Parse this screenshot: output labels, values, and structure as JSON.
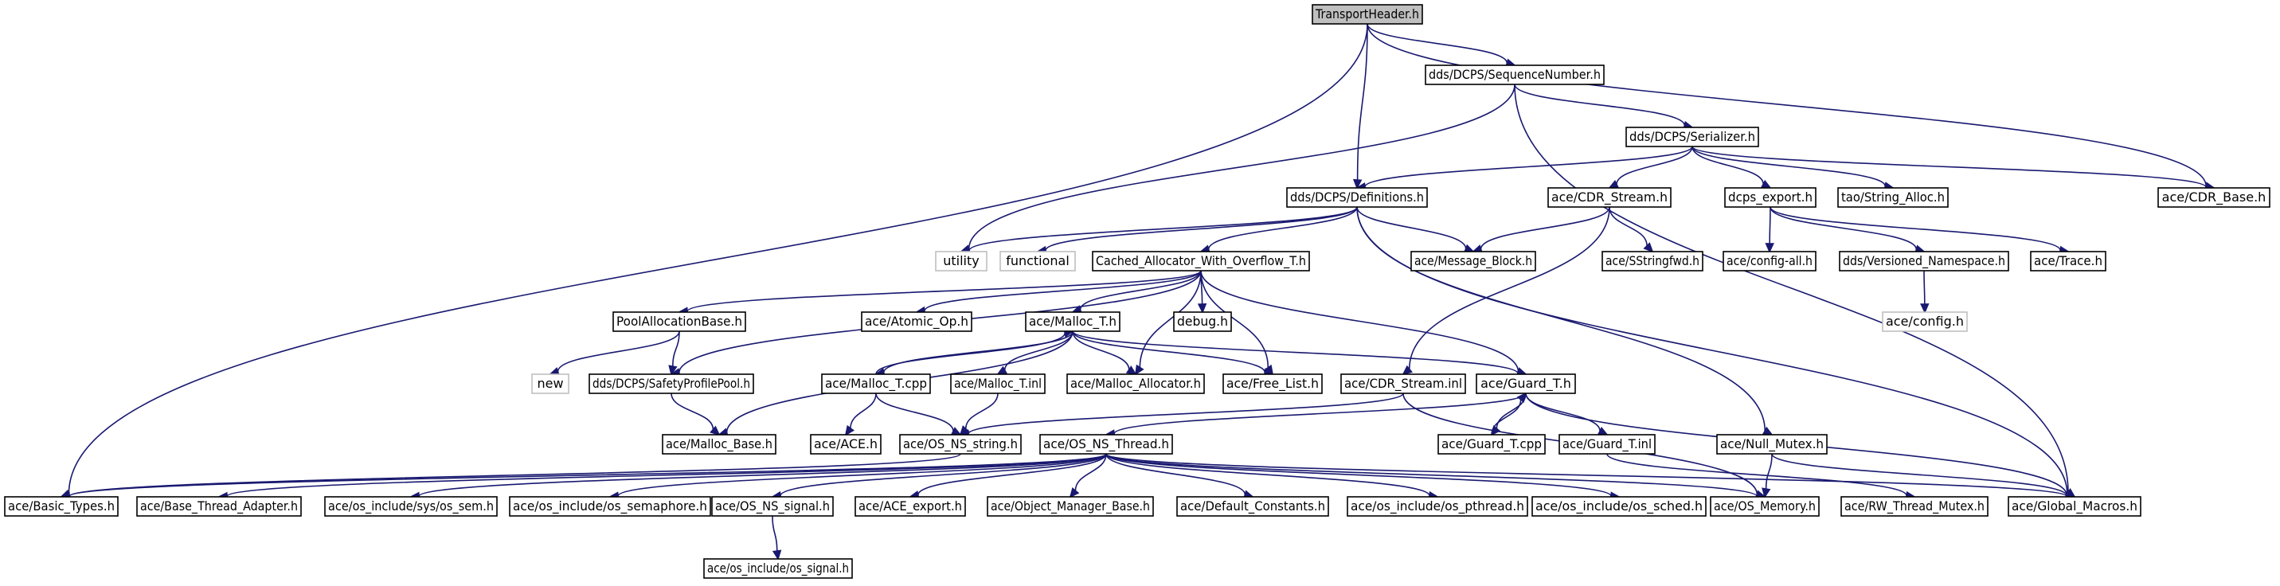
{
  "nodes": {
    "root": "TransportHeader.h",
    "seqnum": "dds/DCPS/SequenceNumber.h",
    "serializer": "dds/DCPS/Serializer.h",
    "definitions": "dds/DCPS/Definitions.h",
    "cdr_stream": "ace/CDR_Stream.h",
    "dcps_export": "dcps_export.h",
    "string_alloc": "tao/String_Alloc.h",
    "cdr_base": "ace/CDR_Base.h",
    "utility": "utility",
    "functional": "functional",
    "cached_alloc": "Cached_Allocator_With_Overflow_T.h",
    "message_block": "ace/Message_Block.h",
    "sstringfwd": "ace/SStringfwd.h",
    "config_all": "ace/config-all.h",
    "versioned_ns": "dds/Versioned_Namespace.h",
    "trace": "ace/Trace.h",
    "config": "ace/config.h",
    "pool_alloc": "PoolAllocationBase.h",
    "atomic_op": "ace/Atomic_Op.h",
    "malloc_t_h": "ace/Malloc_T.h",
    "debug": "debug.h",
    "new": "new",
    "safety_pool": "dds/DCPS/SafetyProfilePool.h",
    "malloc_t_cpp": "ace/Malloc_T.cpp",
    "malloc_t_inl": "ace/Malloc_T.inl",
    "malloc_allocator": "ace/Malloc_Allocator.h",
    "free_list": "ace/Free_List.h",
    "cdr_stream_inl": "ace/CDR_Stream.inl",
    "guard_t_h": "ace/Guard_T.h",
    "malloc_base": "ace/Malloc_Base.h",
    "ace_h": "ace/ACE.h",
    "os_ns_string": "ace/OS_NS_string.h",
    "os_ns_thread": "ace/OS_NS_Thread.h",
    "guard_t_cpp": "ace/Guard_T.cpp",
    "guard_t_inl": "ace/Guard_T.inl",
    "null_mutex": "ace/Null_Mutex.h",
    "basic_types": "ace/Basic_Types.h",
    "base_thread_adapter": "ace/Base_Thread_Adapter.h",
    "os_sys_sem": "ace/os_include/sys/os_sem.h",
    "os_semaphore": "ace/os_include/os_semaphore.h",
    "os_ns_signal": "ace/OS_NS_signal.h",
    "ace_export": "ace/ACE_export.h",
    "object_manager_base": "ace/Object_Manager_Base.h",
    "default_constants": "ace/Default_Constants.h",
    "os_pthread": "ace/os_include/os_pthread.h",
    "os_sched": "ace/os_include/os_sched.h",
    "os_memory": "ace/OS_Memory.h",
    "rw_thread_mutex": "ace/RW_Thread_Mutex.h",
    "global_macros": "ace/Global_Macros.h",
    "os_signal": "ace/os_include/os_signal.h"
  },
  "system_headers": [
    "utility",
    "functional",
    "new",
    "config"
  ],
  "edges": [
    [
      "root",
      "seqnum"
    ],
    [
      "root",
      "definitions"
    ],
    [
      "root",
      "cdr_base"
    ],
    [
      "root",
      "basic_types"
    ],
    [
      "seqnum",
      "serializer"
    ],
    [
      "seqnum",
      "utility"
    ],
    [
      "seqnum",
      "global_macros"
    ],
    [
      "serializer",
      "definitions"
    ],
    [
      "serializer",
      "cdr_stream"
    ],
    [
      "serializer",
      "dcps_export"
    ],
    [
      "serializer",
      "string_alloc"
    ],
    [
      "serializer",
      "cdr_base"
    ],
    [
      "definitions",
      "utility"
    ],
    [
      "definitions",
      "functional"
    ],
    [
      "definitions",
      "cached_alloc"
    ],
    [
      "definitions",
      "message_block"
    ],
    [
      "definitions",
      "null_mutex"
    ],
    [
      "definitions",
      "global_macros"
    ],
    [
      "cdr_stream",
      "message_block"
    ],
    [
      "cdr_stream",
      "sstringfwd"
    ],
    [
      "cdr_stream",
      "cdr_stream_inl"
    ],
    [
      "dcps_export",
      "config_all"
    ],
    [
      "dcps_export",
      "versioned_ns"
    ],
    [
      "dcps_export",
      "trace"
    ],
    [
      "versioned_ns",
      "config"
    ],
    [
      "cached_alloc",
      "pool_alloc"
    ],
    [
      "cached_alloc",
      "atomic_op"
    ],
    [
      "cached_alloc",
      "malloc_t_h"
    ],
    [
      "cached_alloc",
      "debug"
    ],
    [
      "cached_alloc",
      "safety_pool"
    ],
    [
      "cached_alloc",
      "malloc_allocator"
    ],
    [
      "cached_alloc",
      "free_list"
    ],
    [
      "cached_alloc",
      "guard_t_h"
    ],
    [
      "pool_alloc",
      "new"
    ],
    [
      "pool_alloc",
      "safety_pool"
    ],
    [
      "safety_pool",
      "malloc_base"
    ],
    [
      "malloc_t_h",
      "malloc_t_cpp"
    ],
    [
      "malloc_t_h",
      "malloc_t_inl"
    ],
    [
      "malloc_t_h",
      "malloc_allocator"
    ],
    [
      "malloc_t_h",
      "free_list"
    ],
    [
      "malloc_t_h",
      "guard_t_h"
    ],
    [
      "malloc_t_h",
      "malloc_base"
    ],
    [
      "malloc_t_cpp",
      "malloc_t_h"
    ],
    [
      "malloc_t_cpp",
      "ace_h"
    ],
    [
      "malloc_t_cpp",
      "os_ns_string"
    ],
    [
      "malloc_t_inl",
      "os_ns_string"
    ],
    [
      "cdr_stream_inl",
      "os_ns_string"
    ],
    [
      "cdr_stream_inl",
      "os_memory"
    ],
    [
      "guard_t_h",
      "guard_t_cpp"
    ],
    [
      "guard_t_h",
      "guard_t_inl"
    ],
    [
      "guard_t_h",
      "os_ns_thread"
    ],
    [
      "guard_t_h",
      "global_macros"
    ],
    [
      "guard_t_cpp",
      "guard_t_h"
    ],
    [
      "guard_t_inl",
      "rw_thread_mutex"
    ],
    [
      "os_ns_string",
      "basic_types"
    ],
    [
      "null_mutex",
      "os_memory"
    ],
    [
      "null_mutex",
      "global_macros"
    ],
    [
      "os_ns_thread",
      "basic_types"
    ],
    [
      "os_ns_thread",
      "base_thread_adapter"
    ],
    [
      "os_ns_thread",
      "os_sys_sem"
    ],
    [
      "os_ns_thread",
      "os_semaphore"
    ],
    [
      "os_ns_thread",
      "os_ns_signal"
    ],
    [
      "os_ns_thread",
      "ace_export"
    ],
    [
      "os_ns_thread",
      "object_manager_base"
    ],
    [
      "os_ns_thread",
      "default_constants"
    ],
    [
      "os_ns_thread",
      "os_pthread"
    ],
    [
      "os_ns_thread",
      "os_sched"
    ],
    [
      "os_ns_thread",
      "os_memory"
    ],
    [
      "os_ns_thread",
      "global_macros"
    ],
    [
      "os_ns_signal",
      "os_signal"
    ]
  ]
}
